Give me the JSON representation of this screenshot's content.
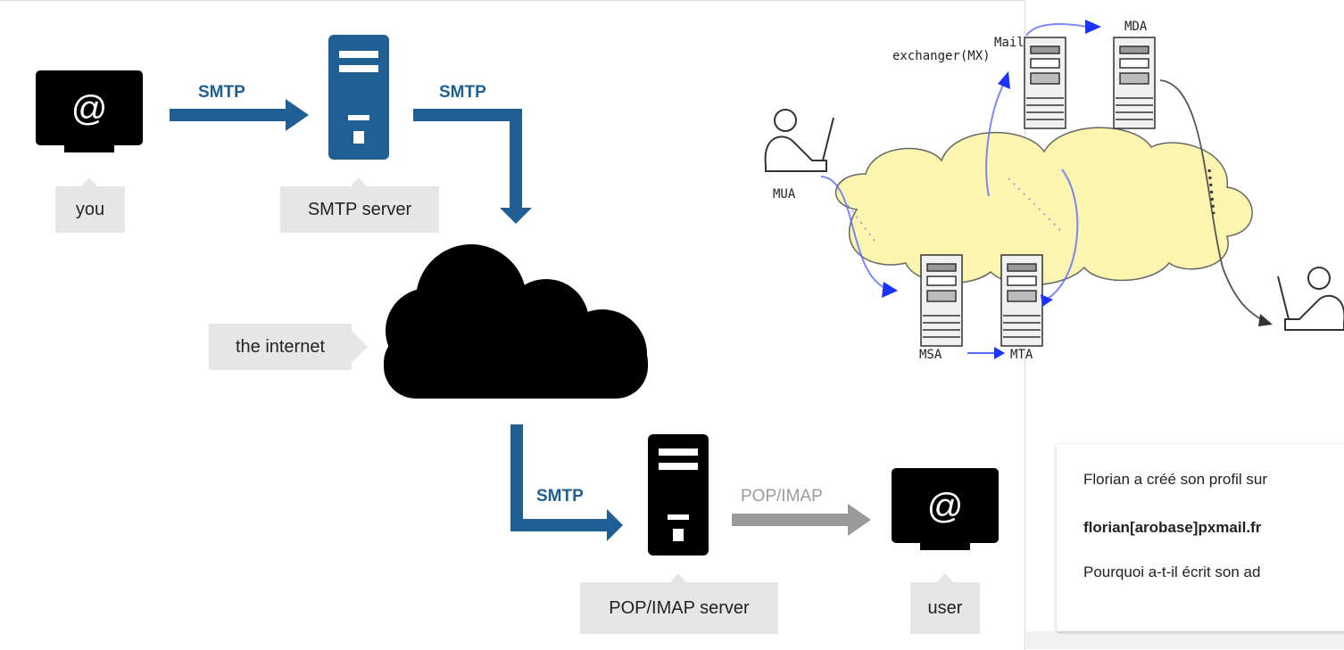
{
  "left_diagram": {
    "labels": {
      "smtp_1": "SMTP",
      "smtp_2": "SMTP",
      "smtp_3": "SMTP",
      "pop_imap": "POP/IMAP"
    },
    "boxes": {
      "you": "you",
      "smtp_server": "SMTP server",
      "the_internet": "the internet",
      "pop_imap_server": "POP/IMAP server",
      "user": "user"
    },
    "colors": {
      "smtp_blue": "#1f5f93",
      "pop_gray": "#9a9a9a"
    }
  },
  "right_diagram": {
    "labels": {
      "mail_line1": "Mail",
      "mail_line2": "exchanger(MX)",
      "mda": "MDA",
      "mua": "MUA",
      "msa": "MSA",
      "mta": "MTA"
    }
  },
  "card": {
    "line1": "Florian a créé son profil sur",
    "line2": "florian[arobase]pxmail.fr",
    "line3": "Pourquoi a-t-il écrit son ad"
  }
}
